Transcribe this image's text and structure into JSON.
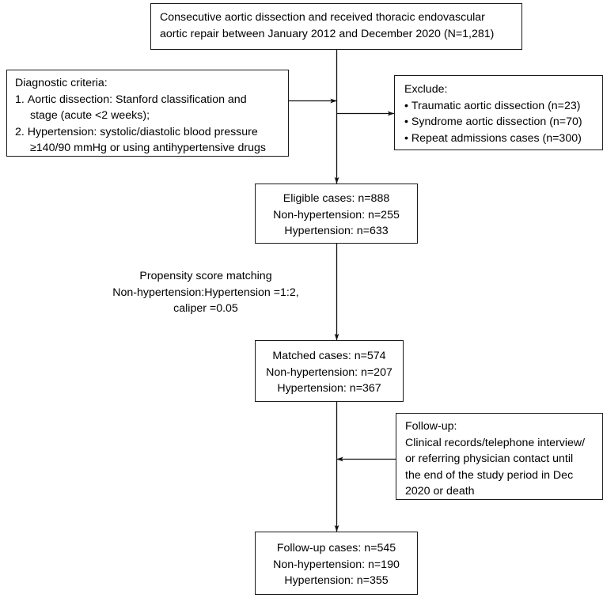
{
  "diagram": {
    "title": "Study flow diagram of aortic dissection TEVAR cohort",
    "type": "flowchart",
    "stroke_color": "#1a1a1a",
    "background_color": "#ffffff",
    "text_color": "#000000"
  },
  "nodes": {
    "enrollment": {
      "name": "enrollment-box",
      "lines": [
        "Consecutive aortic dissection and received thoracic endovascular",
        "aortic repair between January 2012 and December 2020 (N=1,281)"
      ],
      "total_n": "1,281"
    },
    "criteria": {
      "name": "diagnostic-criteria-box",
      "heading": "Diagnostic criteria:",
      "items": [
        {
          "number": "1.",
          "first_line": "Aortic dissection: Stanford classification and",
          "second_line": "stage (acute <2 weeks);"
        },
        {
          "number": "2.",
          "first_line": "Hypertension: systolic/diastolic blood pressure",
          "second_line": "≥140/90 mmHg or using antihypertensive drugs"
        }
      ]
    },
    "exclude": {
      "name": "exclusion-box",
      "heading": "Exclude:",
      "items": [
        "Traumatic aortic dissection (n=23)",
        "Syndrome aortic dissection (n=70)",
        "Repeat admissions cases (n=300)"
      ],
      "counts": {
        "traumatic": "23",
        "syndrome": "70",
        "repeat_admissions": "300"
      }
    },
    "eligible": {
      "name": "eligible-cases-box",
      "lines": [
        "Eligible cases: n=888",
        "Non-hypertension: n=255",
        "Hypertension: n=633"
      ],
      "counts": {
        "total": "888",
        "non_hypertension": "255",
        "hypertension": "633"
      }
    },
    "psm": {
      "name": "propensity-score-matching-label",
      "lines": [
        "Propensity score matching",
        "Non-hypertension:Hypertension =1:2,",
        "caliper =0.05"
      ],
      "ratio": "1:2",
      "caliper": "0.05"
    },
    "matched": {
      "name": "matched-cases-box",
      "lines": [
        "Matched cases: n=574",
        "Non-hypertension: n=207",
        "Hypertension: n=367"
      ],
      "counts": {
        "total": "574",
        "non_hypertension": "207",
        "hypertension": "367"
      }
    },
    "followup": {
      "name": "follow-up-method-box",
      "lines": [
        "Follow-up:",
        "Clinical records/telephone interview/",
        "or referring physician contact until",
        "the end of the study period in Dec",
        "2020 or death"
      ]
    },
    "final": {
      "name": "follow-up-cases-box",
      "lines": [
        "Follow-up cases: n=545",
        "Non-hypertension: n=190",
        "Hypertension: n=355"
      ],
      "counts": {
        "total": "545",
        "non_hypertension": "190",
        "hypertension": "355"
      }
    }
  },
  "connectors": [
    {
      "name": "enrollment-to-eligible-trunk",
      "from": "enrollment",
      "to": "eligible",
      "direction": "down",
      "arrowhead": "end"
    },
    {
      "name": "criteria-to-trunk",
      "from": "criteria",
      "to": "enrollment-to-eligible-trunk",
      "direction": "right",
      "arrowhead": "end"
    },
    {
      "name": "trunk-to-exclude",
      "from": "enrollment-to-eligible-trunk",
      "to": "exclude",
      "direction": "right",
      "arrowhead": "end"
    },
    {
      "name": "eligible-to-matched",
      "from": "eligible",
      "to": "matched",
      "direction": "down",
      "arrowhead": "end"
    },
    {
      "name": "matched-to-final",
      "from": "matched",
      "to": "final",
      "direction": "down",
      "arrowhead": "end"
    },
    {
      "name": "followup-to-trunk",
      "from": "followup",
      "to": "matched-to-final",
      "direction": "left",
      "arrowhead": "end"
    }
  ]
}
